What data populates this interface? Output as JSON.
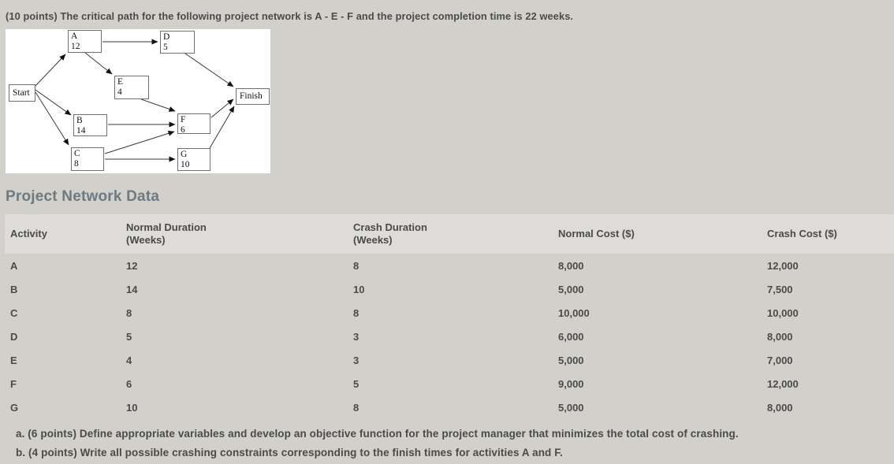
{
  "question": {
    "intro": "(10 points) The critical path for the following project network is A - E - F and the project completion time is 22 weeks.",
    "part_a": "a. (6 points) Define appropriate variables and develop an objective function for the project manager that minimizes the total cost of crashing.",
    "part_b": "b. (4 points) Write all possible crashing constraints corresponding to the finish times for activities A and F."
  },
  "diagram": {
    "nodes": {
      "start": {
        "label": "Start"
      },
      "a": {
        "label": "A",
        "duration": "12"
      },
      "b": {
        "label": "B",
        "duration": "14"
      },
      "c": {
        "label": "C",
        "duration": "8"
      },
      "d": {
        "label": "D",
        "duration": "5"
      },
      "e": {
        "label": "E",
        "duration": "4"
      },
      "f": {
        "label": "F",
        "duration": "6"
      },
      "g": {
        "label": "G",
        "duration": "10"
      },
      "finish": {
        "label": "Finish"
      }
    },
    "edges": [
      "Start-A",
      "Start-B",
      "Start-C",
      "A-D",
      "A-E",
      "B-F",
      "C-F",
      "C-G",
      "D-Finish",
      "E-F",
      "F-Finish",
      "G-Finish"
    ]
  },
  "table": {
    "heading": "Project Network Data",
    "columns": [
      {
        "label": "Activity",
        "sub": ""
      },
      {
        "label": "Normal Duration",
        "sub": "(Weeks)"
      },
      {
        "label": "Crash Duration",
        "sub": "(Weeks)"
      },
      {
        "label": "Normal Cost ($)",
        "sub": ""
      },
      {
        "label": "Crash Cost ($)",
        "sub": ""
      }
    ],
    "rows": [
      {
        "activity": "A",
        "normal_duration": "12",
        "crash_duration": "8",
        "normal_cost": "8,000",
        "crash_cost": "12,000"
      },
      {
        "activity": "B",
        "normal_duration": "14",
        "crash_duration": "10",
        "normal_cost": "5,000",
        "crash_cost": "7,500"
      },
      {
        "activity": "C",
        "normal_duration": "8",
        "crash_duration": "8",
        "normal_cost": "10,000",
        "crash_cost": "10,000"
      },
      {
        "activity": "D",
        "normal_duration": "5",
        "crash_duration": "3",
        "normal_cost": "6,000",
        "crash_cost": "8,000"
      },
      {
        "activity": "E",
        "normal_duration": "4",
        "crash_duration": "3",
        "normal_cost": "5,000",
        "crash_cost": "7,000"
      },
      {
        "activity": "F",
        "normal_duration": "6",
        "crash_duration": "5",
        "normal_cost": "9,000",
        "crash_cost": "12,000"
      },
      {
        "activity": "G",
        "normal_duration": "10",
        "crash_duration": "8",
        "normal_cost": "5,000",
        "crash_cost": "8,000"
      }
    ]
  },
  "colors": {
    "page_bg": "#d2d0ca",
    "table_header_bg": "#dedcd9",
    "body_text": "#4a4a48",
    "heading_text": "#6d7a82",
    "figure_bg": "#ffffff"
  }
}
